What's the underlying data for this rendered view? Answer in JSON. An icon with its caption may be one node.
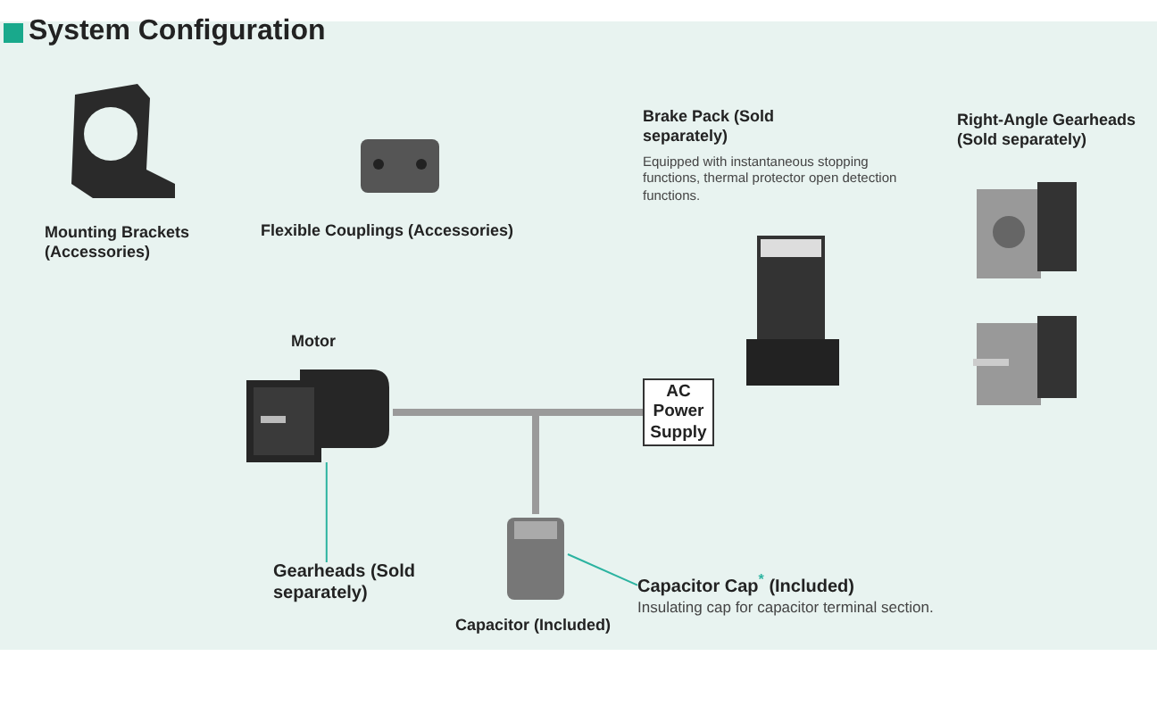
{
  "diagram": {
    "title": "System Configuration",
    "nodes": [
      {
        "text": [],
        "shape": "picture",
        "beside": [
          "Mounting Brackets (Accessories)"
        ]
      },
      {
        "text": [],
        "shape": "picture",
        "beside": [
          "Flexible Couplings (Accessories)"
        ]
      },
      {
        "text": [],
        "shape": "picture",
        "beside": [
          "Brake Pack (Sold separately)",
          "Equipped with instantaneous stopping functions, thermal protector open detection functions."
        ]
      },
      {
        "text": [],
        "shape": "picture",
        "beside": [
          "Right-Angle Gearheads (Sold separately)"
        ]
      },
      {
        "text": [],
        "shape": "picture"
      },
      {
        "text": [],
        "shape": "picture",
        "beside": [
          "Motor"
        ]
      },
      {
        "text": [
          "AC Power Supply"
        ]
      },
      {
        "text": [],
        "shape": "picture",
        "beside": [
          "Capacitor (Included)"
        ]
      },
      {
        "text": [
          "Gearheads (Sold separately)"
        ]
      },
      {
        "text": [
          "Capacitor Cap$^{*}$ (Included)",
          "Insulating cap for capacitor terminal section."
        ]
      }
    ],
    "edges": [
      {
        "from": 5,
        "to": 6,
        "arrow": "none",
        "style": "thick"
      },
      {
        "from": 7,
        "to": 6,
        "arrow": "none",
        "style": "thick"
      },
      {
        "from": 8,
        "to": 5,
        "arrow": "none",
        "color": "#2bb3a0"
      },
      {
        "from": 9,
        "to": 7,
        "arrow": "none",
        "color": "#2bb3a0"
      }
    ]
  }
}
